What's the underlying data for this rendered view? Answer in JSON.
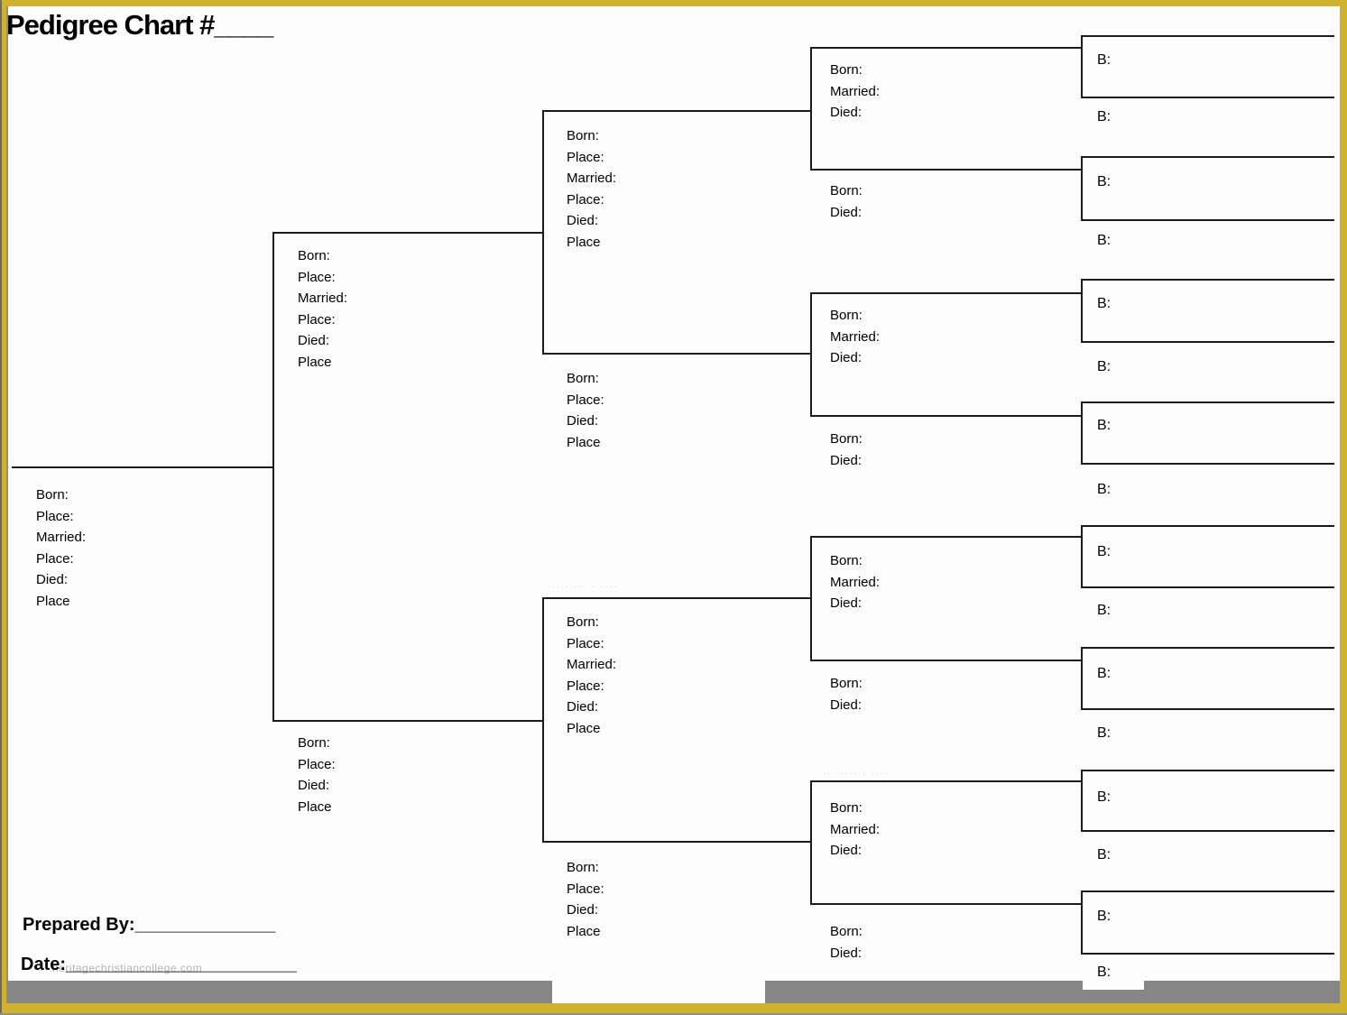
{
  "title": "Pedigree Chart #____",
  "footer": {
    "prepared_by": "Prepared By:______________",
    "date": "Date:_______________________",
    "watermark": "heritagechristiancollege.com"
  },
  "field_labels": {
    "full": [
      "Born:",
      "Place:",
      "Married:",
      "Place:",
      "Died:",
      "Place"
    ],
    "mother": [
      "Born:",
      "Place:",
      "Died:",
      "Place"
    ],
    "father_short": [
      "Born:",
      "Married:",
      "Died:"
    ],
    "mother_short": [
      "Born:",
      "Died:"
    ],
    "birth": [
      "B:"
    ]
  },
  "people": [
    {
      "id": "g1",
      "generation": 1,
      "role": "self",
      "labels_ref": "full"
    },
    {
      "id": "g2f",
      "generation": 2,
      "role": "father",
      "labels_ref": "full"
    },
    {
      "id": "g2m",
      "generation": 2,
      "role": "mother",
      "labels_ref": "mother"
    },
    {
      "id": "g3f1",
      "generation": 3,
      "role": "paternal-grandfather",
      "labels_ref": "full"
    },
    {
      "id": "g3m1",
      "generation": 3,
      "role": "paternal-grandmother",
      "labels_ref": "mother"
    },
    {
      "id": "g3f2",
      "generation": 3,
      "role": "maternal-grandfather",
      "labels_ref": "full"
    },
    {
      "id": "g3m2",
      "generation": 3,
      "role": "maternal-grandmother",
      "labels_ref": "mother"
    },
    {
      "id": "g4fA",
      "generation": 4,
      "role": "great-grandfather-1",
      "labels_ref": "father_short"
    },
    {
      "id": "g4mA",
      "generation": 4,
      "role": "great-grandmother-1",
      "labels_ref": "mother_short"
    },
    {
      "id": "g4fB",
      "generation": 4,
      "role": "great-grandfather-2",
      "labels_ref": "father_short"
    },
    {
      "id": "g4mB",
      "generation": 4,
      "role": "great-grandmother-2",
      "labels_ref": "mother_short"
    },
    {
      "id": "g4fC",
      "generation": 4,
      "role": "great-grandfather-3",
      "labels_ref": "father_short"
    },
    {
      "id": "g4mC",
      "generation": 4,
      "role": "great-grandmother-3",
      "labels_ref": "mother_short"
    },
    {
      "id": "g4fD",
      "generation": 4,
      "role": "great-grandfather-4",
      "labels_ref": "father_short"
    },
    {
      "id": "g4mD",
      "generation": 4,
      "role": "great-grandmother-4",
      "labels_ref": "mother_short"
    },
    {
      "id": "g5-1",
      "generation": 5,
      "role": "gg-grandparent-1",
      "labels_ref": "birth",
      "boxed": true
    },
    {
      "id": "g5-2",
      "generation": 5,
      "role": "gg-grandparent-2",
      "labels_ref": "birth",
      "boxed": false
    },
    {
      "id": "g5-3",
      "generation": 5,
      "role": "gg-grandparent-3",
      "labels_ref": "birth",
      "boxed": true
    },
    {
      "id": "g5-4",
      "generation": 5,
      "role": "gg-grandparent-4",
      "labels_ref": "birth",
      "boxed": false
    },
    {
      "id": "g5-5",
      "generation": 5,
      "role": "gg-grandparent-5",
      "labels_ref": "birth",
      "boxed": true
    },
    {
      "id": "g5-6",
      "generation": 5,
      "role": "gg-grandparent-6",
      "labels_ref": "birth",
      "boxed": false
    },
    {
      "id": "g5-7",
      "generation": 5,
      "role": "gg-grandparent-7",
      "labels_ref": "birth",
      "boxed": true
    },
    {
      "id": "g5-8",
      "generation": 5,
      "role": "gg-grandparent-8",
      "labels_ref": "birth",
      "boxed": false
    },
    {
      "id": "g5-9",
      "generation": 5,
      "role": "gg-grandparent-9",
      "labels_ref": "birth",
      "boxed": true
    },
    {
      "id": "g5-10",
      "generation": 5,
      "role": "gg-grandparent-10",
      "labels_ref": "birth",
      "boxed": false
    },
    {
      "id": "g5-11",
      "generation": 5,
      "role": "gg-grandparent-11",
      "labels_ref": "birth",
      "boxed": true
    },
    {
      "id": "g5-12",
      "generation": 5,
      "role": "gg-grandparent-12",
      "labels_ref": "birth",
      "boxed": false
    },
    {
      "id": "g5-13",
      "generation": 5,
      "role": "gg-grandparent-13",
      "labels_ref": "birth",
      "boxed": true
    },
    {
      "id": "g5-14",
      "generation": 5,
      "role": "gg-grandparent-14",
      "labels_ref": "birth",
      "boxed": false
    },
    {
      "id": "g5-15",
      "generation": 5,
      "role": "gg-grandparent-15",
      "labels_ref": "birth",
      "boxed": true
    },
    {
      "id": "g5-16",
      "generation": 5,
      "role": "gg-grandparent-16",
      "labels_ref": "birth",
      "boxed": false
    }
  ],
  "artifacts": {
    "faint_marks": [
      "·· ····· · ····",
      "·· ····· · ····"
    ]
  },
  "colors": {
    "frame_yellow": "#d0b32d",
    "bar_gray": "#868686",
    "line_black": "#1c1c1c"
  }
}
